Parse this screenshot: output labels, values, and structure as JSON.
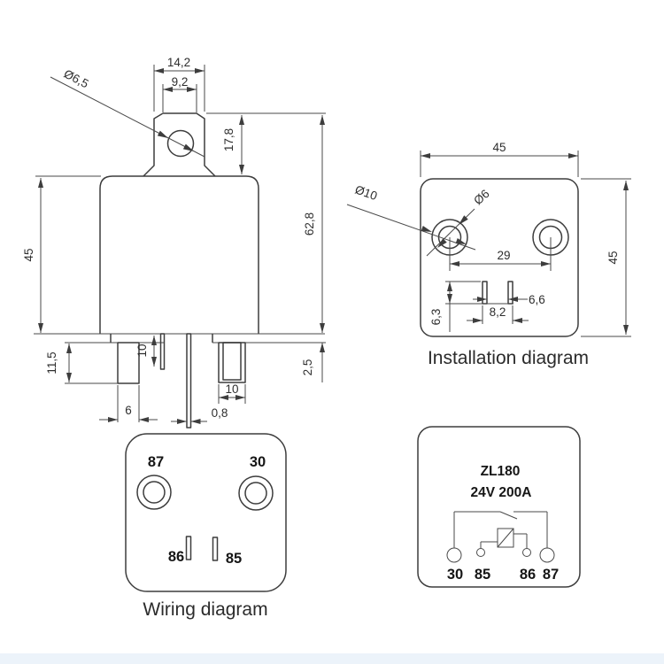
{
  "main_view": {
    "dimensions": {
      "tab_width": "14,2",
      "tab_flat": "9,2",
      "hole_dia": "Ø6,5",
      "tab_height": "17,8",
      "total_height": "62,8",
      "body_height": "45",
      "stud_left_height": "11,5",
      "pin_left_length": "10",
      "stud_left_width": "6",
      "pin_center_width": "0,8",
      "stud_right_width": "10",
      "flange_thickness": "2,5"
    }
  },
  "installation": {
    "caption": "Installation diagram",
    "dimensions": {
      "plate_width": "45",
      "plate_height": "45",
      "hole_outer": "Ø10",
      "hole_inner": "Ø6",
      "hole_spacing": "29",
      "slot_height": "6,3",
      "slot_span": "8,2",
      "slot_gap": "6,6"
    }
  },
  "wiring": {
    "caption": "Wiring diagram",
    "terminals": {
      "t87": "87",
      "t30": "30",
      "t86": "86",
      "t85": "85"
    }
  },
  "schematic": {
    "model": "ZL180",
    "rating": "24V 200A",
    "terminals": {
      "t30": "30",
      "t85": "85",
      "t86": "86",
      "t87": "87"
    }
  },
  "colors": {
    "line": "#3d3d3d",
    "text": "#2e2e2e",
    "footer_band": "#dceaf5"
  }
}
